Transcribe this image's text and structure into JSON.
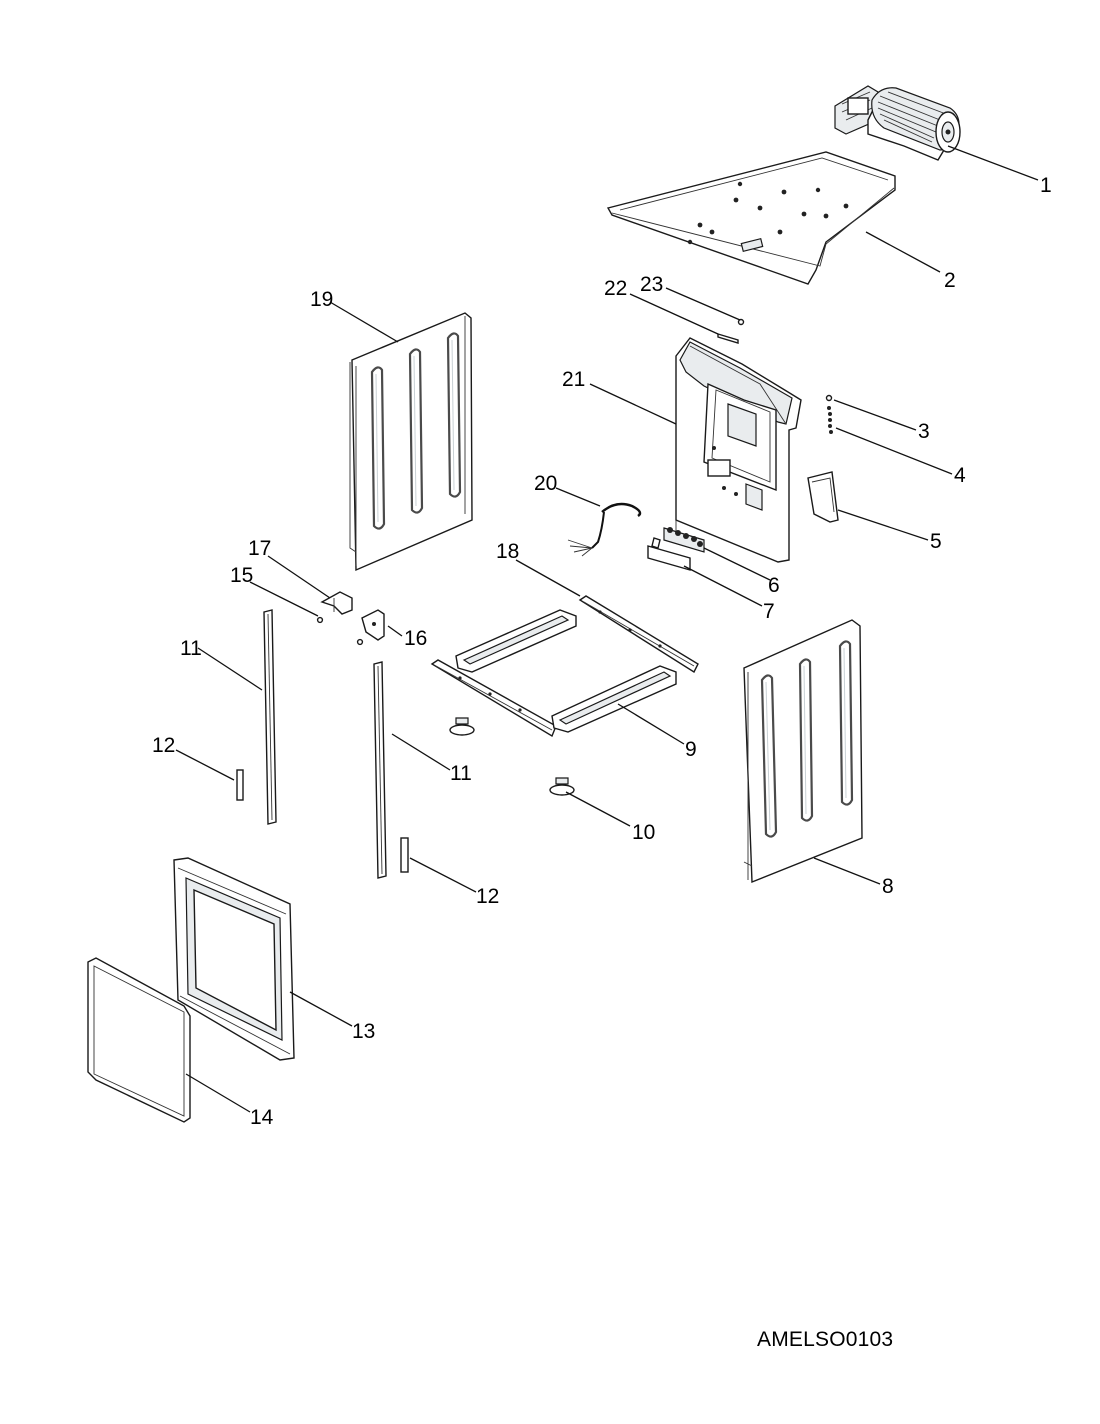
{
  "diagram": {
    "code": "AMELSO0103",
    "callouts": [
      {
        "id": "c1",
        "label": "1"
      },
      {
        "id": "c2",
        "label": "2"
      },
      {
        "id": "c3",
        "label": "3"
      },
      {
        "id": "c4",
        "label": "4"
      },
      {
        "id": "c5",
        "label": "5"
      },
      {
        "id": "c6",
        "label": "6"
      },
      {
        "id": "c7",
        "label": "7"
      },
      {
        "id": "c8",
        "label": "8"
      },
      {
        "id": "c9",
        "label": "9"
      },
      {
        "id": "c10",
        "label": "10"
      },
      {
        "id": "c11a",
        "label": "11"
      },
      {
        "id": "c11b",
        "label": "11"
      },
      {
        "id": "c12a",
        "label": "12"
      },
      {
        "id": "c12b",
        "label": "12"
      },
      {
        "id": "c13",
        "label": "13"
      },
      {
        "id": "c14",
        "label": "14"
      },
      {
        "id": "c15",
        "label": "15"
      },
      {
        "id": "c16",
        "label": "16"
      },
      {
        "id": "c17",
        "label": "17"
      },
      {
        "id": "c18",
        "label": "18"
      },
      {
        "id": "c19",
        "label": "19"
      },
      {
        "id": "c20",
        "label": "20"
      },
      {
        "id": "c21",
        "label": "21"
      },
      {
        "id": "c22",
        "label": "22"
      },
      {
        "id": "c23",
        "label": "23"
      }
    ]
  }
}
